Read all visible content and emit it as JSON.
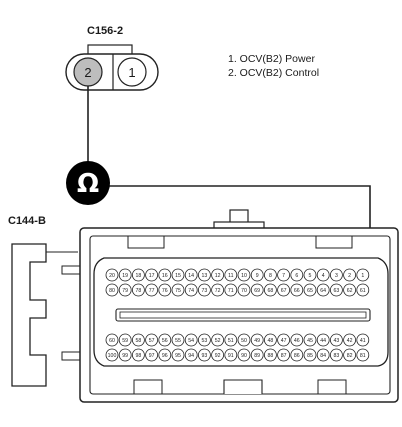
{
  "connectors": {
    "small": {
      "label": "C156-2",
      "pins": [
        "2",
        "1"
      ]
    },
    "ecu": {
      "label": "C144-B",
      "row_top": [
        "20",
        "19",
        "18",
        "17",
        "16",
        "15",
        "14",
        "13",
        "12",
        "11",
        "10",
        "9",
        "8",
        "7",
        "6",
        "5",
        "4",
        "3",
        "2",
        "1"
      ],
      "row_bottom": [
        "60",
        "59",
        "58",
        "57",
        "56",
        "55",
        "54",
        "53",
        "52",
        "51",
        "50",
        "49",
        "48",
        "47",
        "46",
        "45",
        "44",
        "43",
        "42",
        "41"
      ],
      "row_top_outer": [
        "80",
        "79",
        "78",
        "77",
        "76",
        "75",
        "74",
        "73",
        "72",
        "71",
        "70",
        "69",
        "68",
        "67",
        "66",
        "65",
        "64",
        "63",
        "62",
        "61"
      ],
      "row_bottom_outer": [
        "100",
        "99",
        "98",
        "97",
        "96",
        "95",
        "94",
        "93",
        "92",
        "91",
        "90",
        "89",
        "88",
        "87",
        "86",
        "85",
        "84",
        "83",
        "82",
        "81"
      ]
    }
  },
  "legend": {
    "items": [
      "1. OCV(B2) Power",
      "2. OCV(B2) Control"
    ]
  },
  "meter": {
    "symbol": "Ω"
  },
  "colors": {
    "line": "#222222",
    "pin_fill": "#ffffff",
    "pin2_fill": "#bdbdbd",
    "meter_fill": "#000000",
    "meter_text": "#ffffff"
  }
}
